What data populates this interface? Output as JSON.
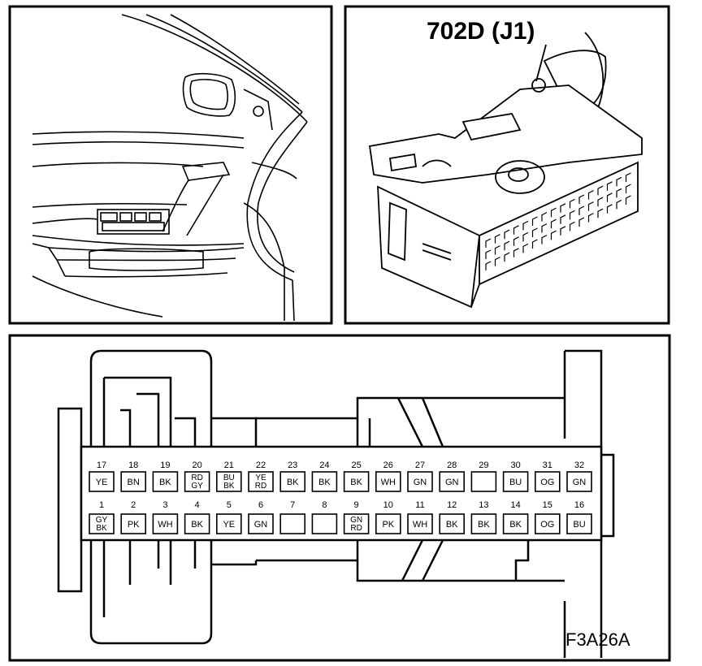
{
  "connector": {
    "label": "702D (J1)",
    "figure_code": "F3A26A",
    "top_row": [
      {
        "num": "17",
        "colors": [
          "YE"
        ]
      },
      {
        "num": "18",
        "colors": [
          "BN"
        ]
      },
      {
        "num": "19",
        "colors": [
          "BK"
        ]
      },
      {
        "num": "20",
        "colors": [
          "RD",
          "GY"
        ]
      },
      {
        "num": "21",
        "colors": [
          "BU",
          "BK"
        ]
      },
      {
        "num": "22",
        "colors": [
          "YE",
          "RD"
        ]
      },
      {
        "num": "23",
        "colors": [
          "BK"
        ]
      },
      {
        "num": "24",
        "colors": [
          "BK"
        ]
      },
      {
        "num": "25",
        "colors": [
          "BK"
        ]
      },
      {
        "num": "26",
        "colors": [
          "WH"
        ]
      },
      {
        "num": "27",
        "colors": [
          "GN"
        ]
      },
      {
        "num": "28",
        "colors": [
          "GN"
        ]
      },
      {
        "num": "29",
        "colors": []
      },
      {
        "num": "30",
        "colors": [
          "BU"
        ]
      },
      {
        "num": "31",
        "colors": [
          "OG"
        ]
      },
      {
        "num": "32",
        "colors": [
          "GN"
        ]
      }
    ],
    "bottom_row": [
      {
        "num": "1",
        "colors": [
          "GY",
          "BK"
        ]
      },
      {
        "num": "2",
        "colors": [
          "PK"
        ]
      },
      {
        "num": "3",
        "colors": [
          "WH"
        ]
      },
      {
        "num": "4",
        "colors": [
          "BK"
        ]
      },
      {
        "num": "5",
        "colors": [
          "YE"
        ]
      },
      {
        "num": "6",
        "colors": [
          "GN"
        ]
      },
      {
        "num": "7",
        "colors": []
      },
      {
        "num": "8",
        "colors": []
      },
      {
        "num": "9",
        "colors": [
          "GN",
          "RD"
        ]
      },
      {
        "num": "10",
        "colors": [
          "PK"
        ]
      },
      {
        "num": "11",
        "colors": [
          "WH"
        ]
      },
      {
        "num": "12",
        "colors": [
          "BK"
        ]
      },
      {
        "num": "13",
        "colors": [
          "BK"
        ]
      },
      {
        "num": "14",
        "colors": [
          "BK"
        ]
      },
      {
        "num": "15",
        "colors": [
          "OG"
        ]
      },
      {
        "num": "16",
        "colors": [
          "BU"
        ]
      }
    ]
  }
}
